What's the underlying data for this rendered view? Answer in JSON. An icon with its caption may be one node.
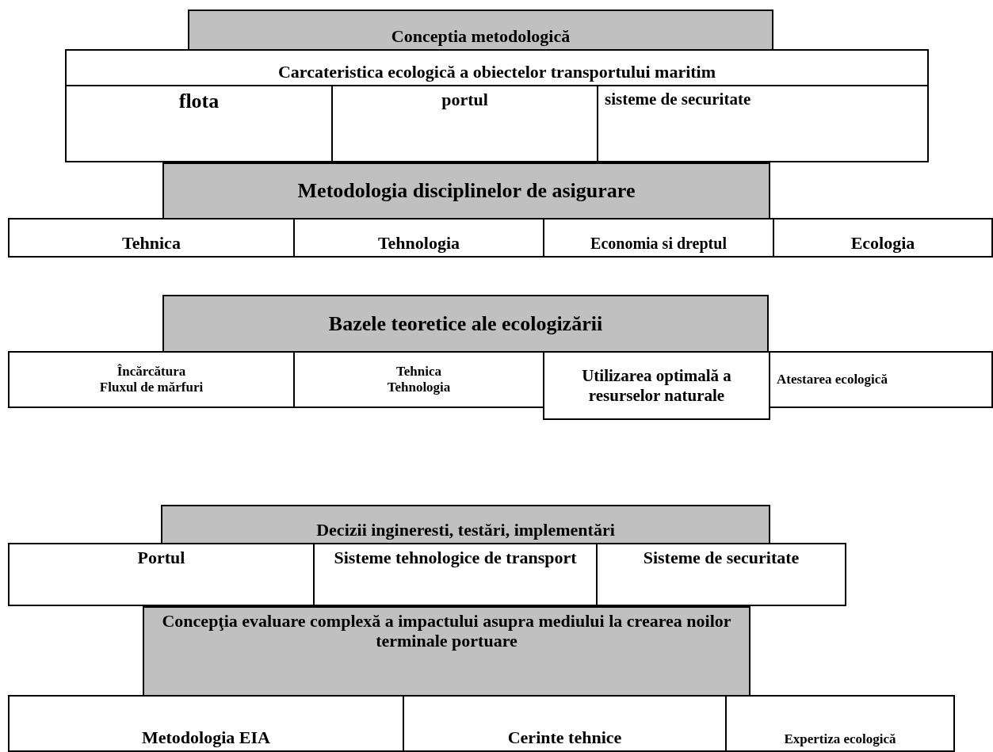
{
  "diagram": {
    "nodes": [
      {
        "text": [
          "Conceptia metodologică"
        ]
      },
      {
        "text": [
          "Carcateristica ecologică a obiectelor transportului maritim"
        ]
      },
      {
        "text": [
          "flota"
        ]
      },
      {
        "text": [
          "portul"
        ]
      },
      {
        "text": [
          "sisteme de securitate"
        ]
      },
      {
        "text": [
          "Metodologia disciplinelor de asigurare"
        ]
      },
      {
        "text": [
          "Tehnica"
        ]
      },
      {
        "text": [
          "Tehnologia"
        ]
      },
      {
        "text": [
          "Economia si dreptul"
        ]
      },
      {
        "text": [
          "Ecologia"
        ]
      },
      {
        "text": [
          "Bazele teoretice ale ecologizării"
        ]
      },
      {
        "text": [
          "Încărcătura",
          "Fluxul de mărfuri"
        ]
      },
      {
        "text": [
          "Tehnica",
          "Tehnologia"
        ]
      },
      {
        "text": [
          "Utilizarea optimală a resurselor naturale"
        ]
      },
      {
        "text": [
          "Atestarea ecologică"
        ]
      },
      {
        "text": [
          "Decizii ingineresti, testări, implementări"
        ]
      },
      {
        "text": [
          "Portul"
        ]
      },
      {
        "text": [
          "Sisteme tehnologice de transport"
        ]
      },
      {
        "text": [
          "Sisteme de securitate"
        ]
      },
      {
        "text": [
          "Concepţia evaluare complexă a impactului asupra mediului la crearea noilor terminale portuare"
        ]
      },
      {
        "text": [
          "Metodologia EIA"
        ]
      },
      {
        "text": [
          "Cerinte tehnice"
        ]
      },
      {
        "text": [
          "Expertiza ecologică"
        ]
      }
    ]
  }
}
